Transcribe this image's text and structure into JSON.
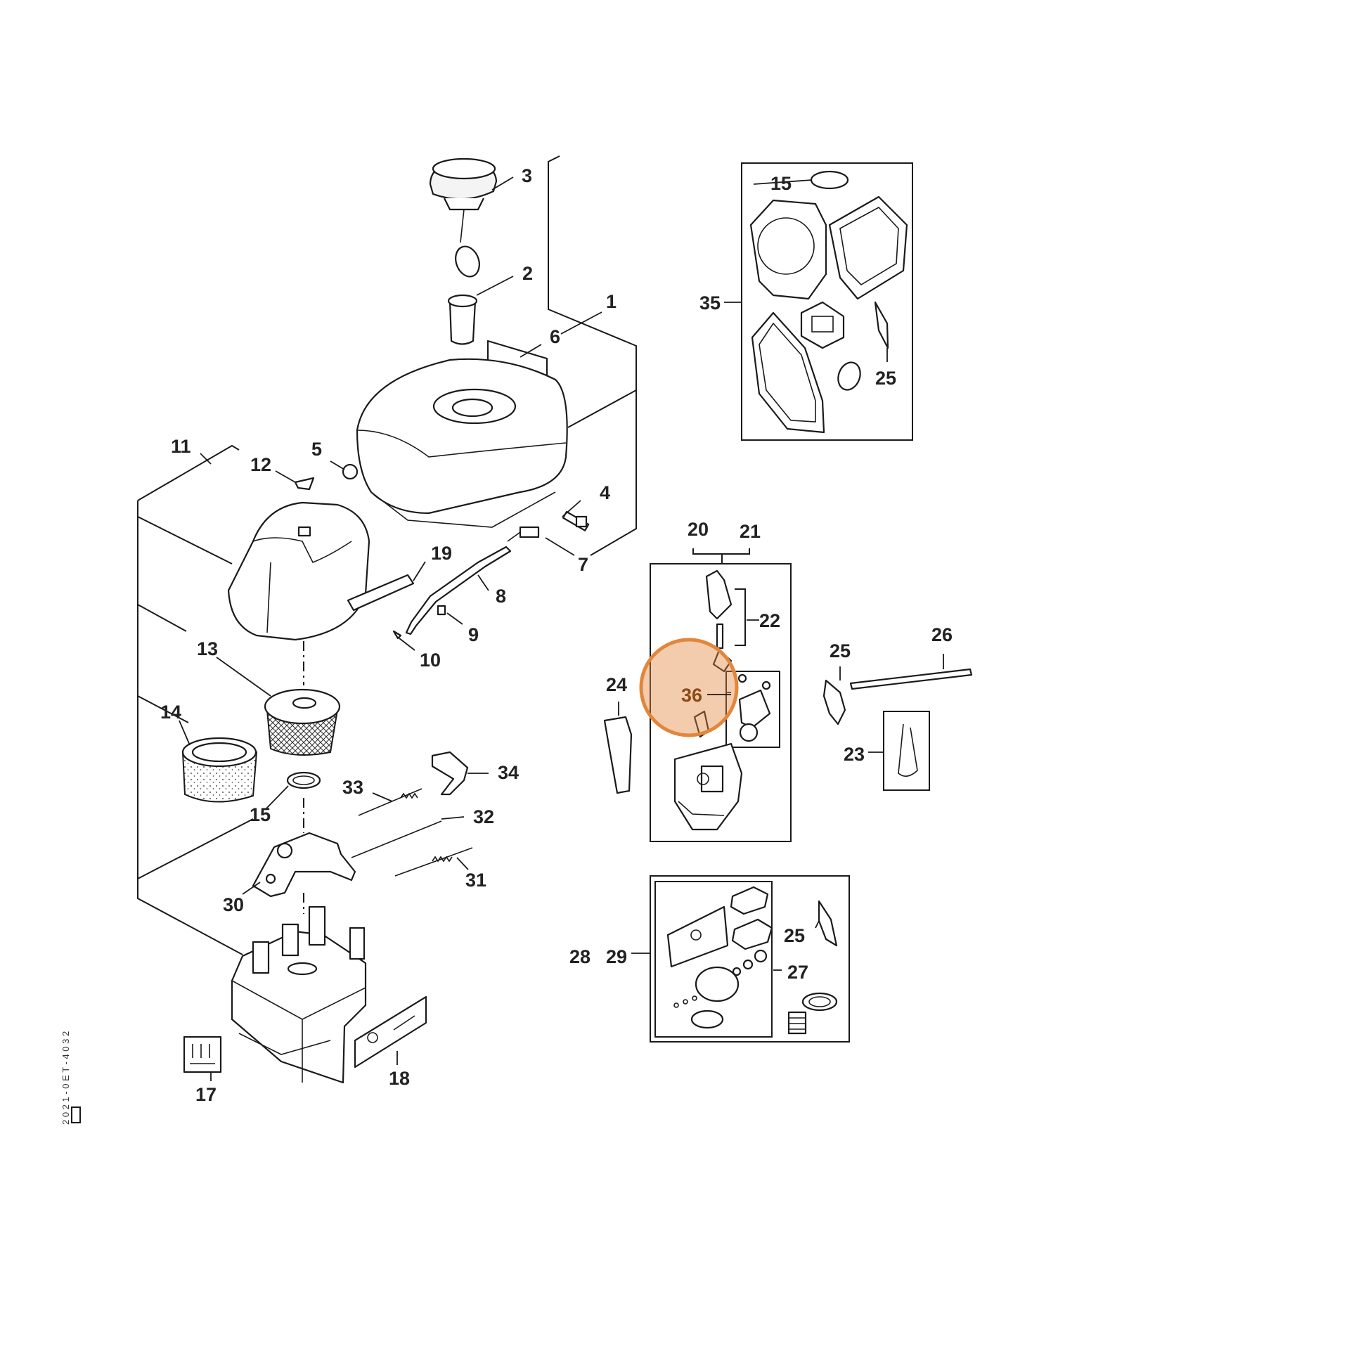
{
  "diagram": {
    "callouts": [
      "1",
      "2",
      "3",
      "4",
      "5",
      "6",
      "7",
      "8",
      "9",
      "10",
      "11",
      "12",
      "13",
      "14",
      "15",
      "15",
      "17",
      "18",
      "19",
      "20",
      "21",
      "22",
      "23",
      "24",
      "25",
      "25",
      "25",
      "26",
      "27",
      "28",
      "29",
      "30",
      "31",
      "32",
      "33",
      "34",
      "35",
      "36"
    ],
    "highlighted_callout": "36",
    "highlight_color": "#e2863c",
    "side_code": "2 0 2 1 - 0 E T - 4 0 3 2"
  }
}
